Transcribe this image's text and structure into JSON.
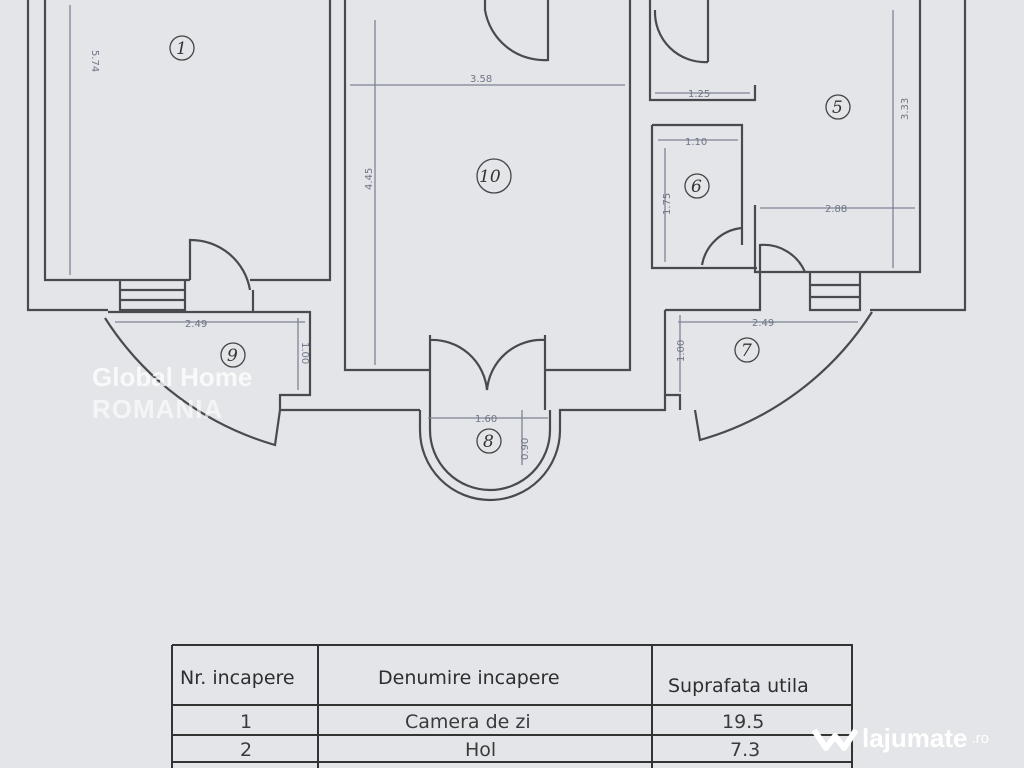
{
  "floor_plan": {
    "rooms": [
      {
        "number": "1"
      },
      {
        "number": "5"
      },
      {
        "number": "6"
      },
      {
        "number": "7"
      },
      {
        "number": "8"
      },
      {
        "number": "9"
      },
      {
        "number": "10"
      }
    ],
    "dimensions": {
      "room1_height": "5.74",
      "room10_width": "3.58",
      "room10_height": "4.45",
      "room5_top": "1.25",
      "room5_width": "2.88",
      "room5_height": "3.33",
      "room6_width": "1.10",
      "room6_height": "1.75",
      "room9_width": "2.49",
      "room9_height": "1.00",
      "room7_width": "2.49",
      "room7_height": "1.00",
      "room8_width": "1.60",
      "room8_height": "0.90"
    }
  },
  "table": {
    "headers": [
      "Nr. incapere",
      "Denumire incapere",
      "Suprafata utila"
    ],
    "rows": [
      [
        "1",
        "Camera de zi",
        "19.5"
      ],
      [
        "2",
        "Hol",
        "7.3"
      ]
    ]
  },
  "watermarks": {
    "agency_line1": "Global Home",
    "agency_line2": "ROMANIA",
    "site_name": "lajumate",
    "site_tld": ".ro"
  },
  "colors": {
    "background": "#e4e5e8",
    "walls": "#4a4a4e",
    "dimension_lines": "#7d8494"
  }
}
